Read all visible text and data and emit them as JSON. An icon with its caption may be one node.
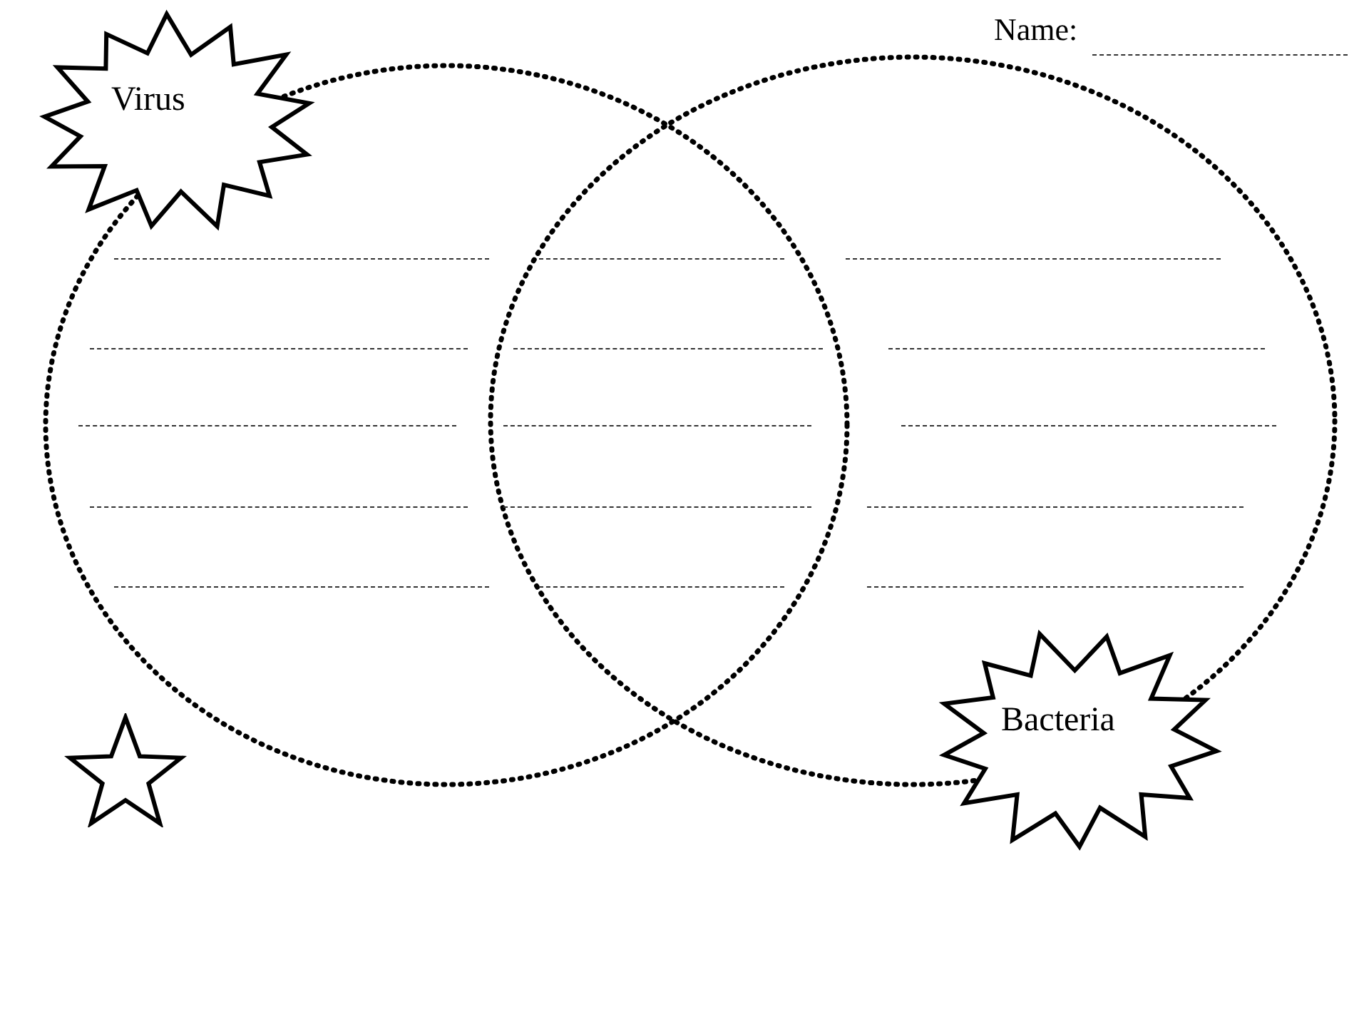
{
  "diagram": {
    "nodes": [
      {
        "text": [
          "Virus"
        ]
      },
      {
        "text": [],
        "shape": "circle"
      },
      {
        "text": [],
        "shape": "circle"
      },
      {
        "text": [
          "Bacteria"
        ]
      }
    ],
    "edges": [],
    "labels": [
      "Name:"
    ]
  }
}
